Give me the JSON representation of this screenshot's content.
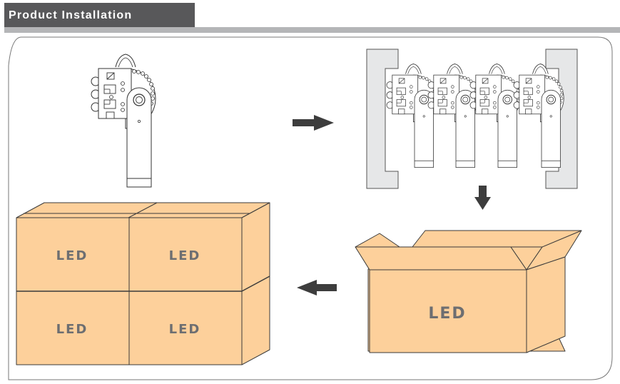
{
  "header": {
    "title": "Product Installation"
  },
  "colors": {
    "title_bg": "#58585a",
    "rule": "#b4b5b7",
    "box_fill": "#fdd09b",
    "box_stroke": "#3a3a3a",
    "arrow": "#3d3d3d",
    "led_text": "#6d6e71",
    "bracket_fill": "#e6e7e8"
  },
  "steps": [
    {
      "name": "single-fixture",
      "icon": "light-fixture-icon"
    },
    {
      "name": "fixtures-in-bracket",
      "icon": "fixture-array-icon",
      "fixture_count": 4
    },
    {
      "name": "open-carton",
      "icon": "open-box-icon",
      "label": "LED"
    },
    {
      "name": "stacked-cartons",
      "icon": "stacked-boxes-icon",
      "labels": [
        "LED",
        "LED",
        "LED",
        "LED"
      ]
    }
  ],
  "arrows": [
    "arrow-right-icon",
    "arrow-down-icon",
    "arrow-left-icon"
  ]
}
